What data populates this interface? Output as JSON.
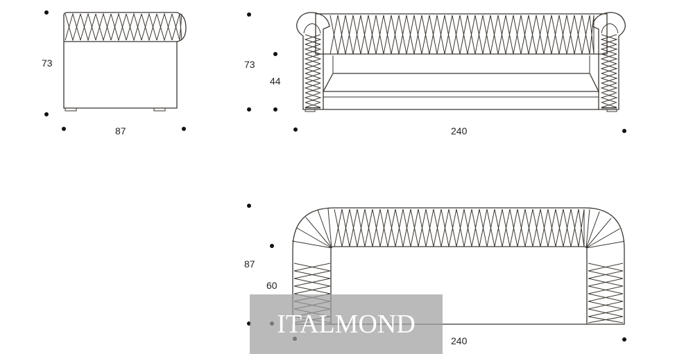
{
  "armchair": {
    "height_label": "73",
    "width_label": "87"
  },
  "sofa_front": {
    "height_label": "73",
    "seat_height_label": "44",
    "width_label": "240"
  },
  "sofa_top": {
    "depth_label": "87",
    "seat_depth_label": "60",
    "width_label": "240"
  },
  "watermark": {
    "text": "ITALMOND"
  },
  "colors": {
    "line": "#3a3530",
    "dot": "#111111",
    "watermark_bg": "#a0a0a0",
    "watermark_text": "#ffffff"
  }
}
